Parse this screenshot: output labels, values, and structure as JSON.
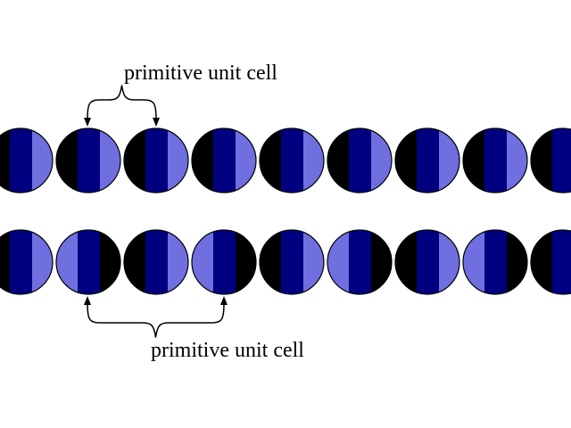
{
  "colors": {
    "background": "#ffffff",
    "black_band": "#000000",
    "dark_blue_band": "#000080",
    "light_blue_band": "#6f6fe0"
  },
  "labels": {
    "top": "primitive unit cell",
    "bottom": "primitive unit cell"
  },
  "rows": [
    {
      "name": "top-row",
      "atoms": [
        [
          "black",
          "dark",
          "light"
        ],
        [
          "black",
          "dark",
          "light"
        ],
        [
          "black",
          "dark",
          "light"
        ],
        [
          "black",
          "dark",
          "light"
        ],
        [
          "black",
          "dark",
          "light"
        ],
        [
          "black",
          "dark",
          "light"
        ],
        [
          "black",
          "dark",
          "light"
        ],
        [
          "black",
          "dark",
          "light"
        ],
        [
          "black",
          "dark",
          "light"
        ]
      ],
      "unit_cell_span": [
        2,
        3
      ]
    },
    {
      "name": "bottom-row",
      "atoms": [
        [
          "black",
          "dark",
          "light"
        ],
        [
          "light",
          "dark",
          "black"
        ],
        [
          "black",
          "dark",
          "light"
        ],
        [
          "light",
          "dark",
          "black"
        ],
        [
          "black",
          "dark",
          "light"
        ],
        [
          "light",
          "dark",
          "black"
        ],
        [
          "black",
          "dark",
          "light"
        ],
        [
          "light",
          "dark",
          "black"
        ],
        [
          "black",
          "dark",
          "light"
        ]
      ],
      "unit_cell_span": [
        2,
        4
      ]
    }
  ]
}
